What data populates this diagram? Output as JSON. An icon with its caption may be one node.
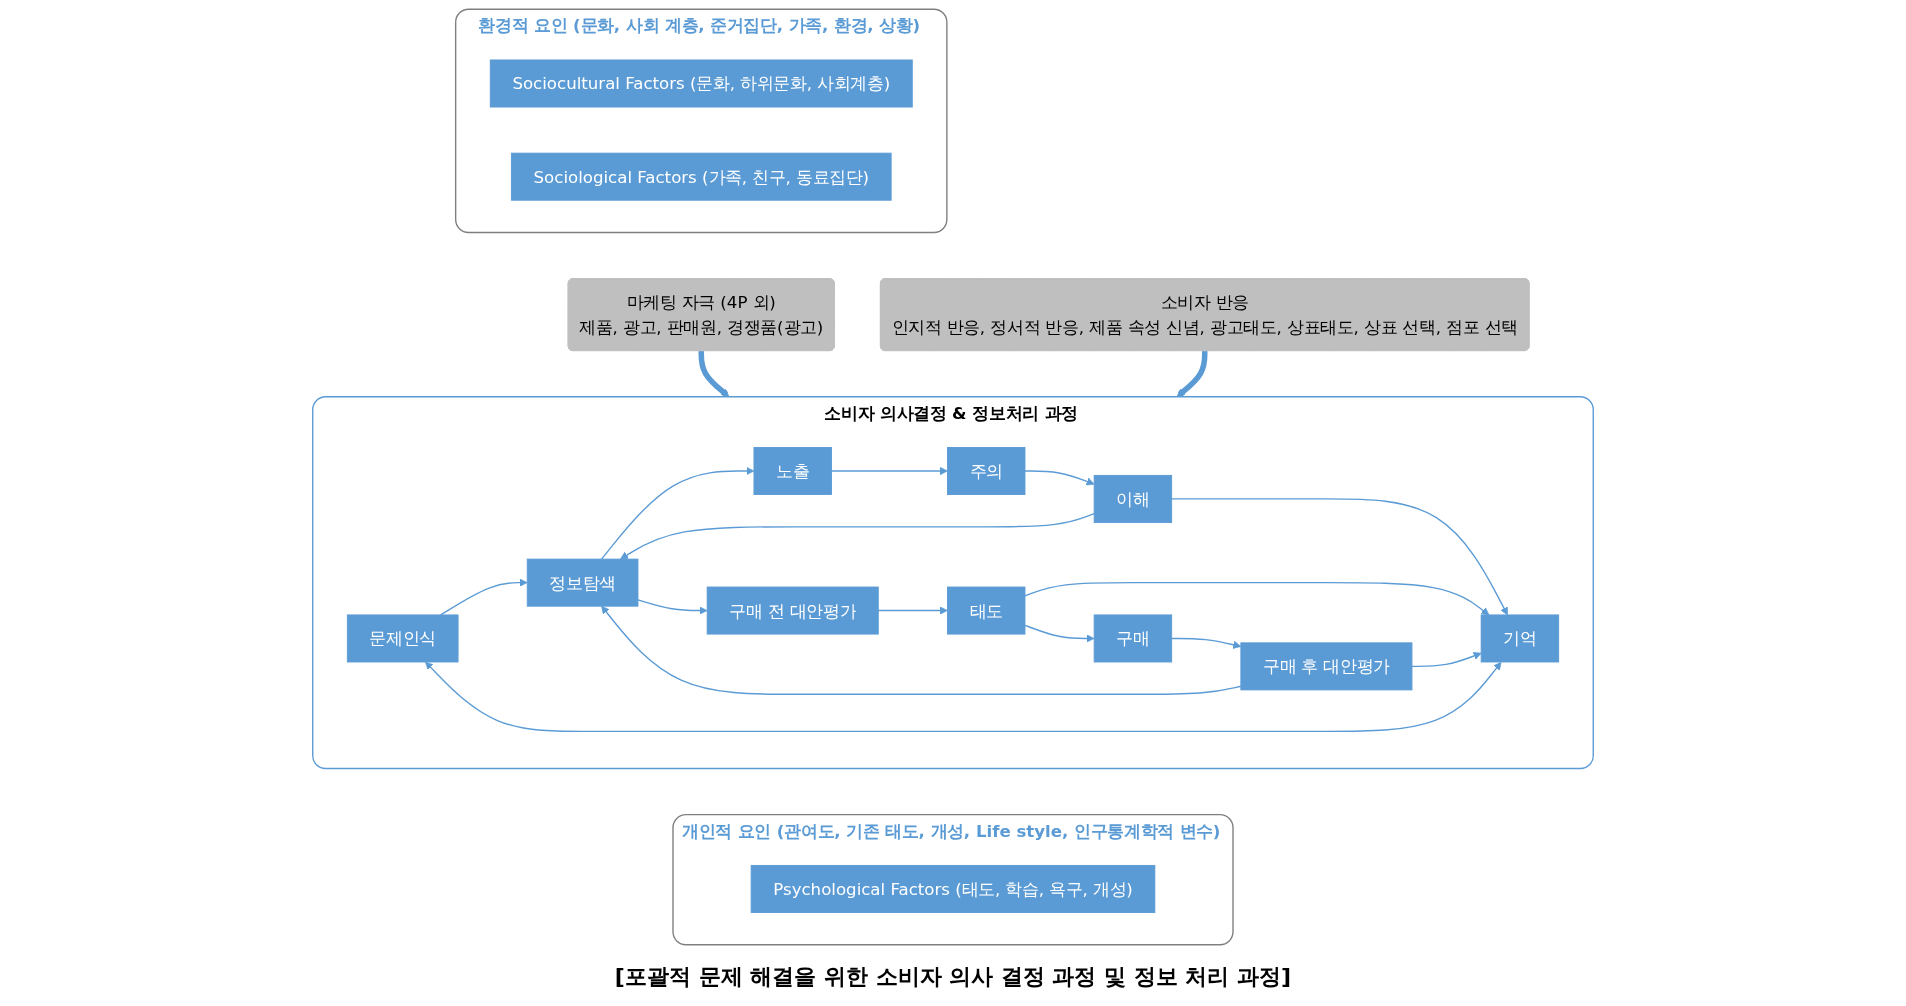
{
  "diagram": {
    "caption": "[포괄적 문제 해결을 위한 소비자 의사 결정 과정 및 정보 처리 과정]",
    "nodes": [
      {
        "text": [
          "환경적 요인 (문화, 사회 계층, 준거집단, 가족, 환경, 상황)"
        ]
      },
      {
        "text": [
          "Sociocultural Factors (문화, 하위문화, 사회계층)"
        ],
        "in": 0
      },
      {
        "text": [
          "Sociological Factors (가족, 친구, 동료집단)"
        ],
        "in": 0
      },
      {
        "text": [
          "마케팅 자극 (4P 외)",
          "제품, 광고, 판매원, 경쟁품(광고)"
        ]
      },
      {
        "text": [
          "소비자 의사결정 & 정보처리 과정"
        ]
      },
      {
        "text": [
          "문제인식"
        ],
        "in": 4
      },
      {
        "text": [
          "정보탐색"
        ],
        "in": 4
      },
      {
        "text": [
          "구매 전 대안평가"
        ],
        "in": 4
      },
      {
        "text": [
          "태도"
        ],
        "in": 4
      },
      {
        "text": [
          "구매"
        ],
        "in": 4
      },
      {
        "text": [
          "구매 후 대안평가"
        ],
        "in": 4
      },
      {
        "text": [
          "노출"
        ],
        "in": 4
      },
      {
        "text": [
          "주의"
        ],
        "in": 4
      },
      {
        "text": [
          "이해"
        ],
        "in": 4
      },
      {
        "text": [
          "기억"
        ],
        "in": 4
      },
      {
        "text": [
          "소비자 반응",
          "인지적 반응, 정서적 반응, 제품 속성 신념, 광고태도, 상표태도, 상표 선택, 점포 선택"
        ]
      },
      {
        "text": [
          "개인적 요인 (관여도, 기존 태도, 개성, Life style, 인구통계학적 변수)"
        ]
      },
      {
        "text": [
          "Psychological Factors (태도, 학습, 욕구, 개성)"
        ],
        "in": 16
      }
    ],
    "edges": [
      {
        "from": 3,
        "to": 4,
        "arrow": "to",
        "style": "thick"
      },
      {
        "from": 15,
        "to": 4,
        "arrow": "to",
        "style": "thick"
      },
      {
        "from": 5,
        "to": 6,
        "arrow": "to"
      },
      {
        "from": 6,
        "to": 7,
        "arrow": "to"
      },
      {
        "from": 7,
        "to": 8,
        "arrow": "to"
      },
      {
        "from": 8,
        "to": 9,
        "arrow": "to"
      },
      {
        "from": 9,
        "to": 10,
        "arrow": "to"
      },
      {
        "from": 10,
        "to": 6,
        "arrow": "to"
      },
      {
        "from": 6,
        "to": 11,
        "arrow": "to"
      },
      {
        "from": 11,
        "to": 12,
        "arrow": "to"
      },
      {
        "from": 12,
        "to": 13,
        "arrow": "to"
      },
      {
        "from": 13,
        "to": 6,
        "arrow": "to"
      },
      {
        "from": 14,
        "to": 5,
        "arrow": "both"
      },
      {
        "from": 13,
        "to": 14,
        "arrow": "to"
      },
      {
        "from": 8,
        "to": 14,
        "arrow": "to"
      },
      {
        "from": 10,
        "to": 14,
        "arrow": "to"
      }
    ]
  }
}
